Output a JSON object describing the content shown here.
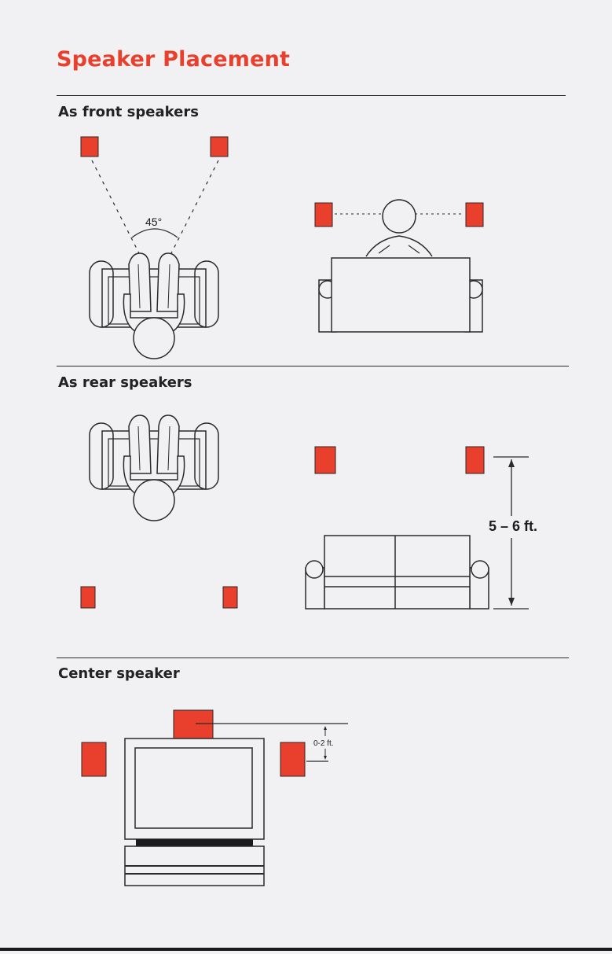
{
  "page": {
    "title": "Speaker Placement"
  },
  "sections": {
    "front": {
      "heading": "As front speakers",
      "angle_label": "45°"
    },
    "rear": {
      "heading": "As rear speakers",
      "height_label": "5 – 6 ft."
    },
    "center": {
      "heading": "Center speaker",
      "offset_label": "0-2 ft."
    }
  },
  "colors": {
    "speaker_fill": "#e8402c",
    "title": "#e8402c",
    "line": "#2a2a2a"
  }
}
